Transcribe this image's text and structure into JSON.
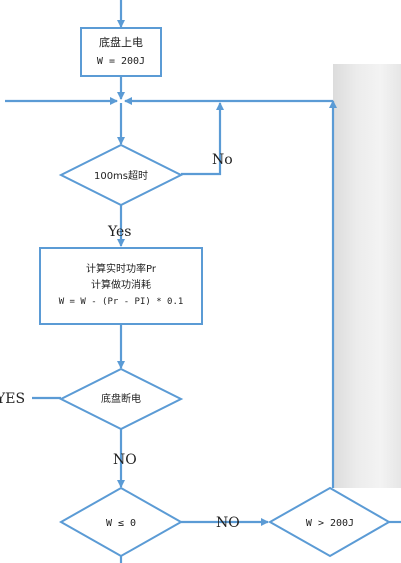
{
  "flowchart": {
    "power_on": {
      "line1": "底盘上电",
      "line2": "W = 200J"
    },
    "timeout_check": "100ms超时",
    "no_label_timeout": "No",
    "yes_label_timeout": "Yes",
    "compute": {
      "line1": "计算实时功率Pr",
      "line2": "计算做功消耗",
      "line3": "W = W - (Pr - PI) * 0.1"
    },
    "chassis_off": "底盘断电",
    "yes_label_off": "YES",
    "no_label_off": "NO",
    "w_nonpositive": "W ≤ 0",
    "no_label_w": "NO",
    "w_gt_200": "W > 200J"
  },
  "colors": {
    "stroke": "#5b9bd5",
    "fill": "#ffffff",
    "text": "#222222"
  }
}
